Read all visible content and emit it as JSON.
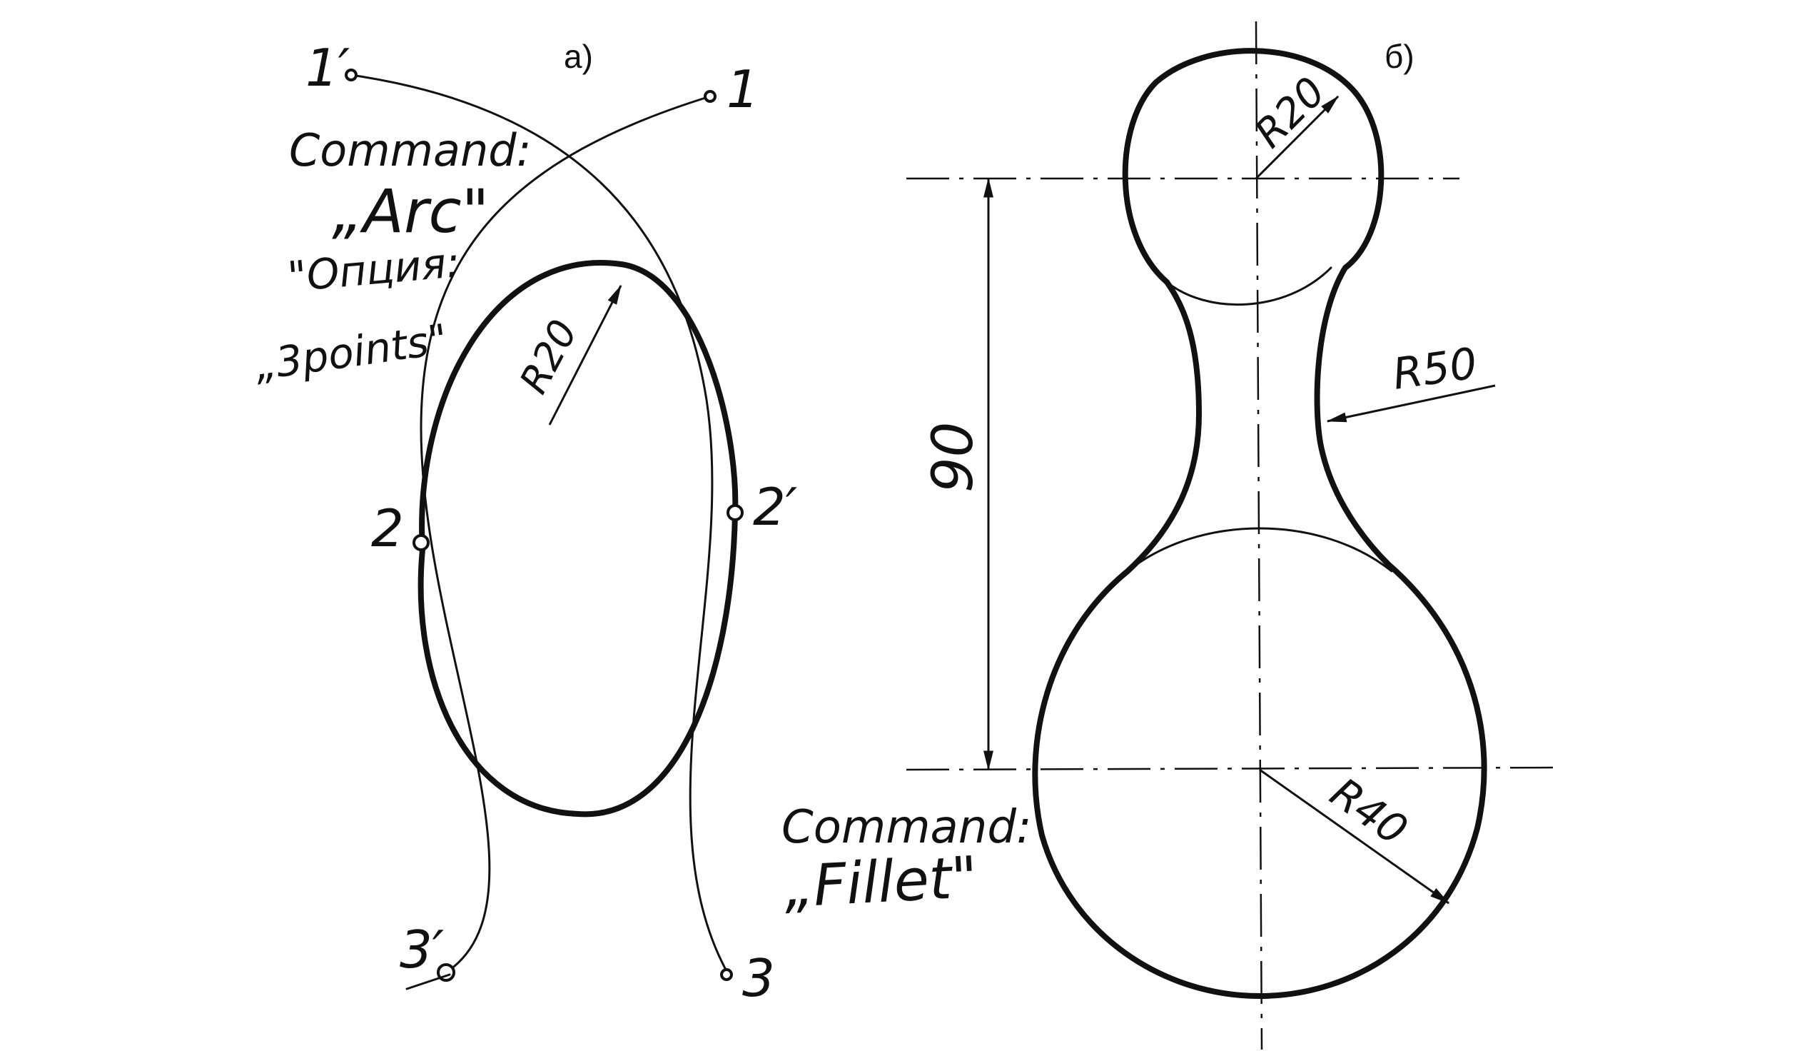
{
  "panel_a": {
    "label": "а)",
    "command_line1": "Command:",
    "command_line2": "„Arc\"",
    "option_line1": "\"Опция:",
    "option_line2": "„3points\"",
    "radius_label": "R20",
    "points": {
      "p1": "1",
      "p1_prime": "1′",
      "p2": "2",
      "p2_prime": "2′",
      "p3": "3",
      "p3_prime": "3′"
    }
  },
  "panel_b": {
    "label": "б)",
    "radius_top": "R20",
    "radius_fillet": "R50",
    "radius_bottom": "R40",
    "dimension_90": "90",
    "command_line1": "Command:",
    "command_line2": "„Fillet\""
  }
}
